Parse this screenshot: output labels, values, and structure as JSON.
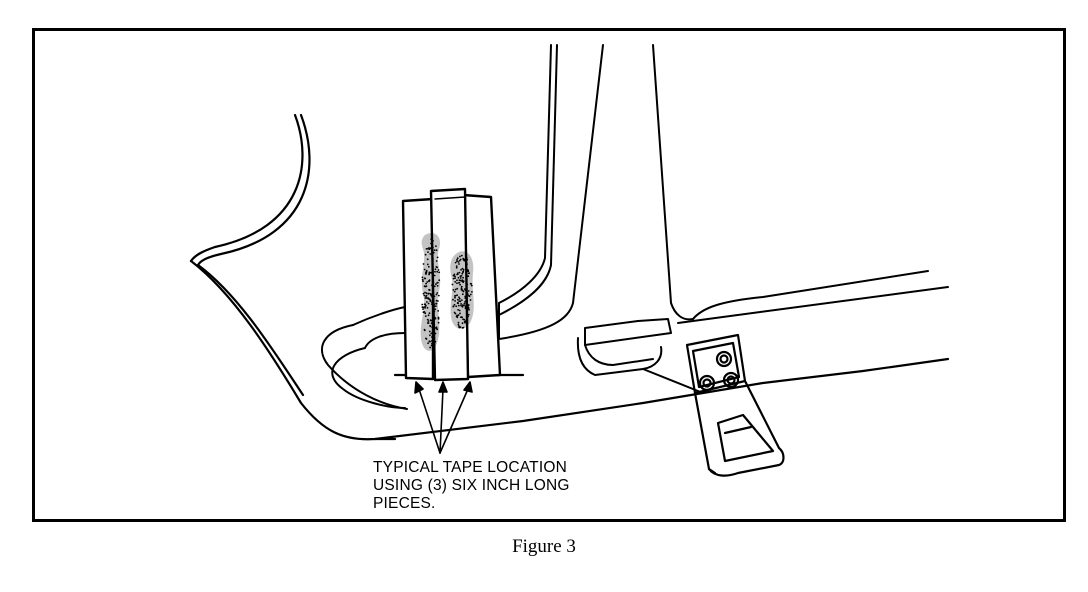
{
  "figure": {
    "caption": "Figure 3",
    "callout_lines": [
      "TYPICAL TAPE LOCATION",
      "USING (3) SIX INCH LONG",
      "PIECES."
    ],
    "tape_piece_count": 3,
    "colors": {
      "ink": "#000000",
      "paper": "#ffffff"
    }
  }
}
